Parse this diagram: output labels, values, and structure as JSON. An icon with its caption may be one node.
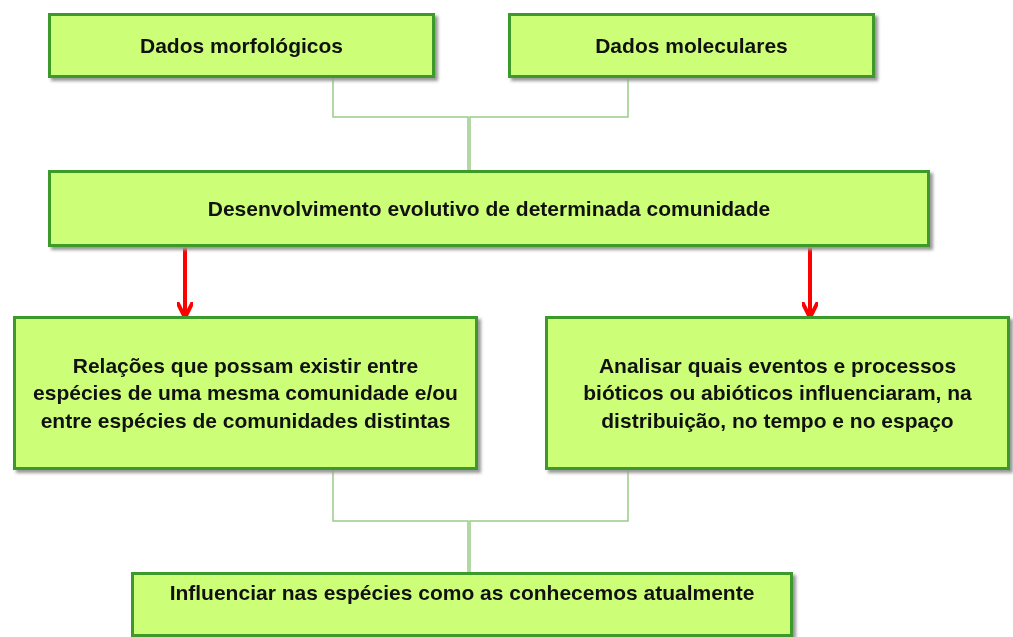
{
  "diagram": {
    "nodes": [
      {
        "text": [
          "Dados morfológicos"
        ]
      },
      {
        "text": [
          "Dados moleculares"
        ]
      },
      {
        "text": [
          "Desenvolvimento evolutivo de determinada comunidade"
        ]
      },
      {
        "text": [
          "Relações que possam existir entre espécies de uma mesma comunidade e/ou entre espécies de comunidades distintas"
        ]
      },
      {
        "text": [
          "Analisar quais eventos e processos bióticos ou abióticos influenciaram, na distribuição, no tempo e no espaço"
        ]
      },
      {
        "text": [
          "Influenciar nas espécies como as conhecemos atualmente"
        ]
      }
    ],
    "edges": [
      {
        "from": 0,
        "to": 2,
        "arrow": "none"
      },
      {
        "from": 1,
        "to": 2,
        "arrow": "none"
      },
      {
        "from": 2,
        "to": 3,
        "arrow": "to",
        "style": "thick",
        "color": "#ff0000"
      },
      {
        "from": 2,
        "to": 4,
        "arrow": "to",
        "style": "thick",
        "color": "#ff0000"
      },
      {
        "from": 3,
        "to": 5,
        "arrow": "none"
      },
      {
        "from": 4,
        "to": 5,
        "arrow": "none"
      }
    ]
  }
}
